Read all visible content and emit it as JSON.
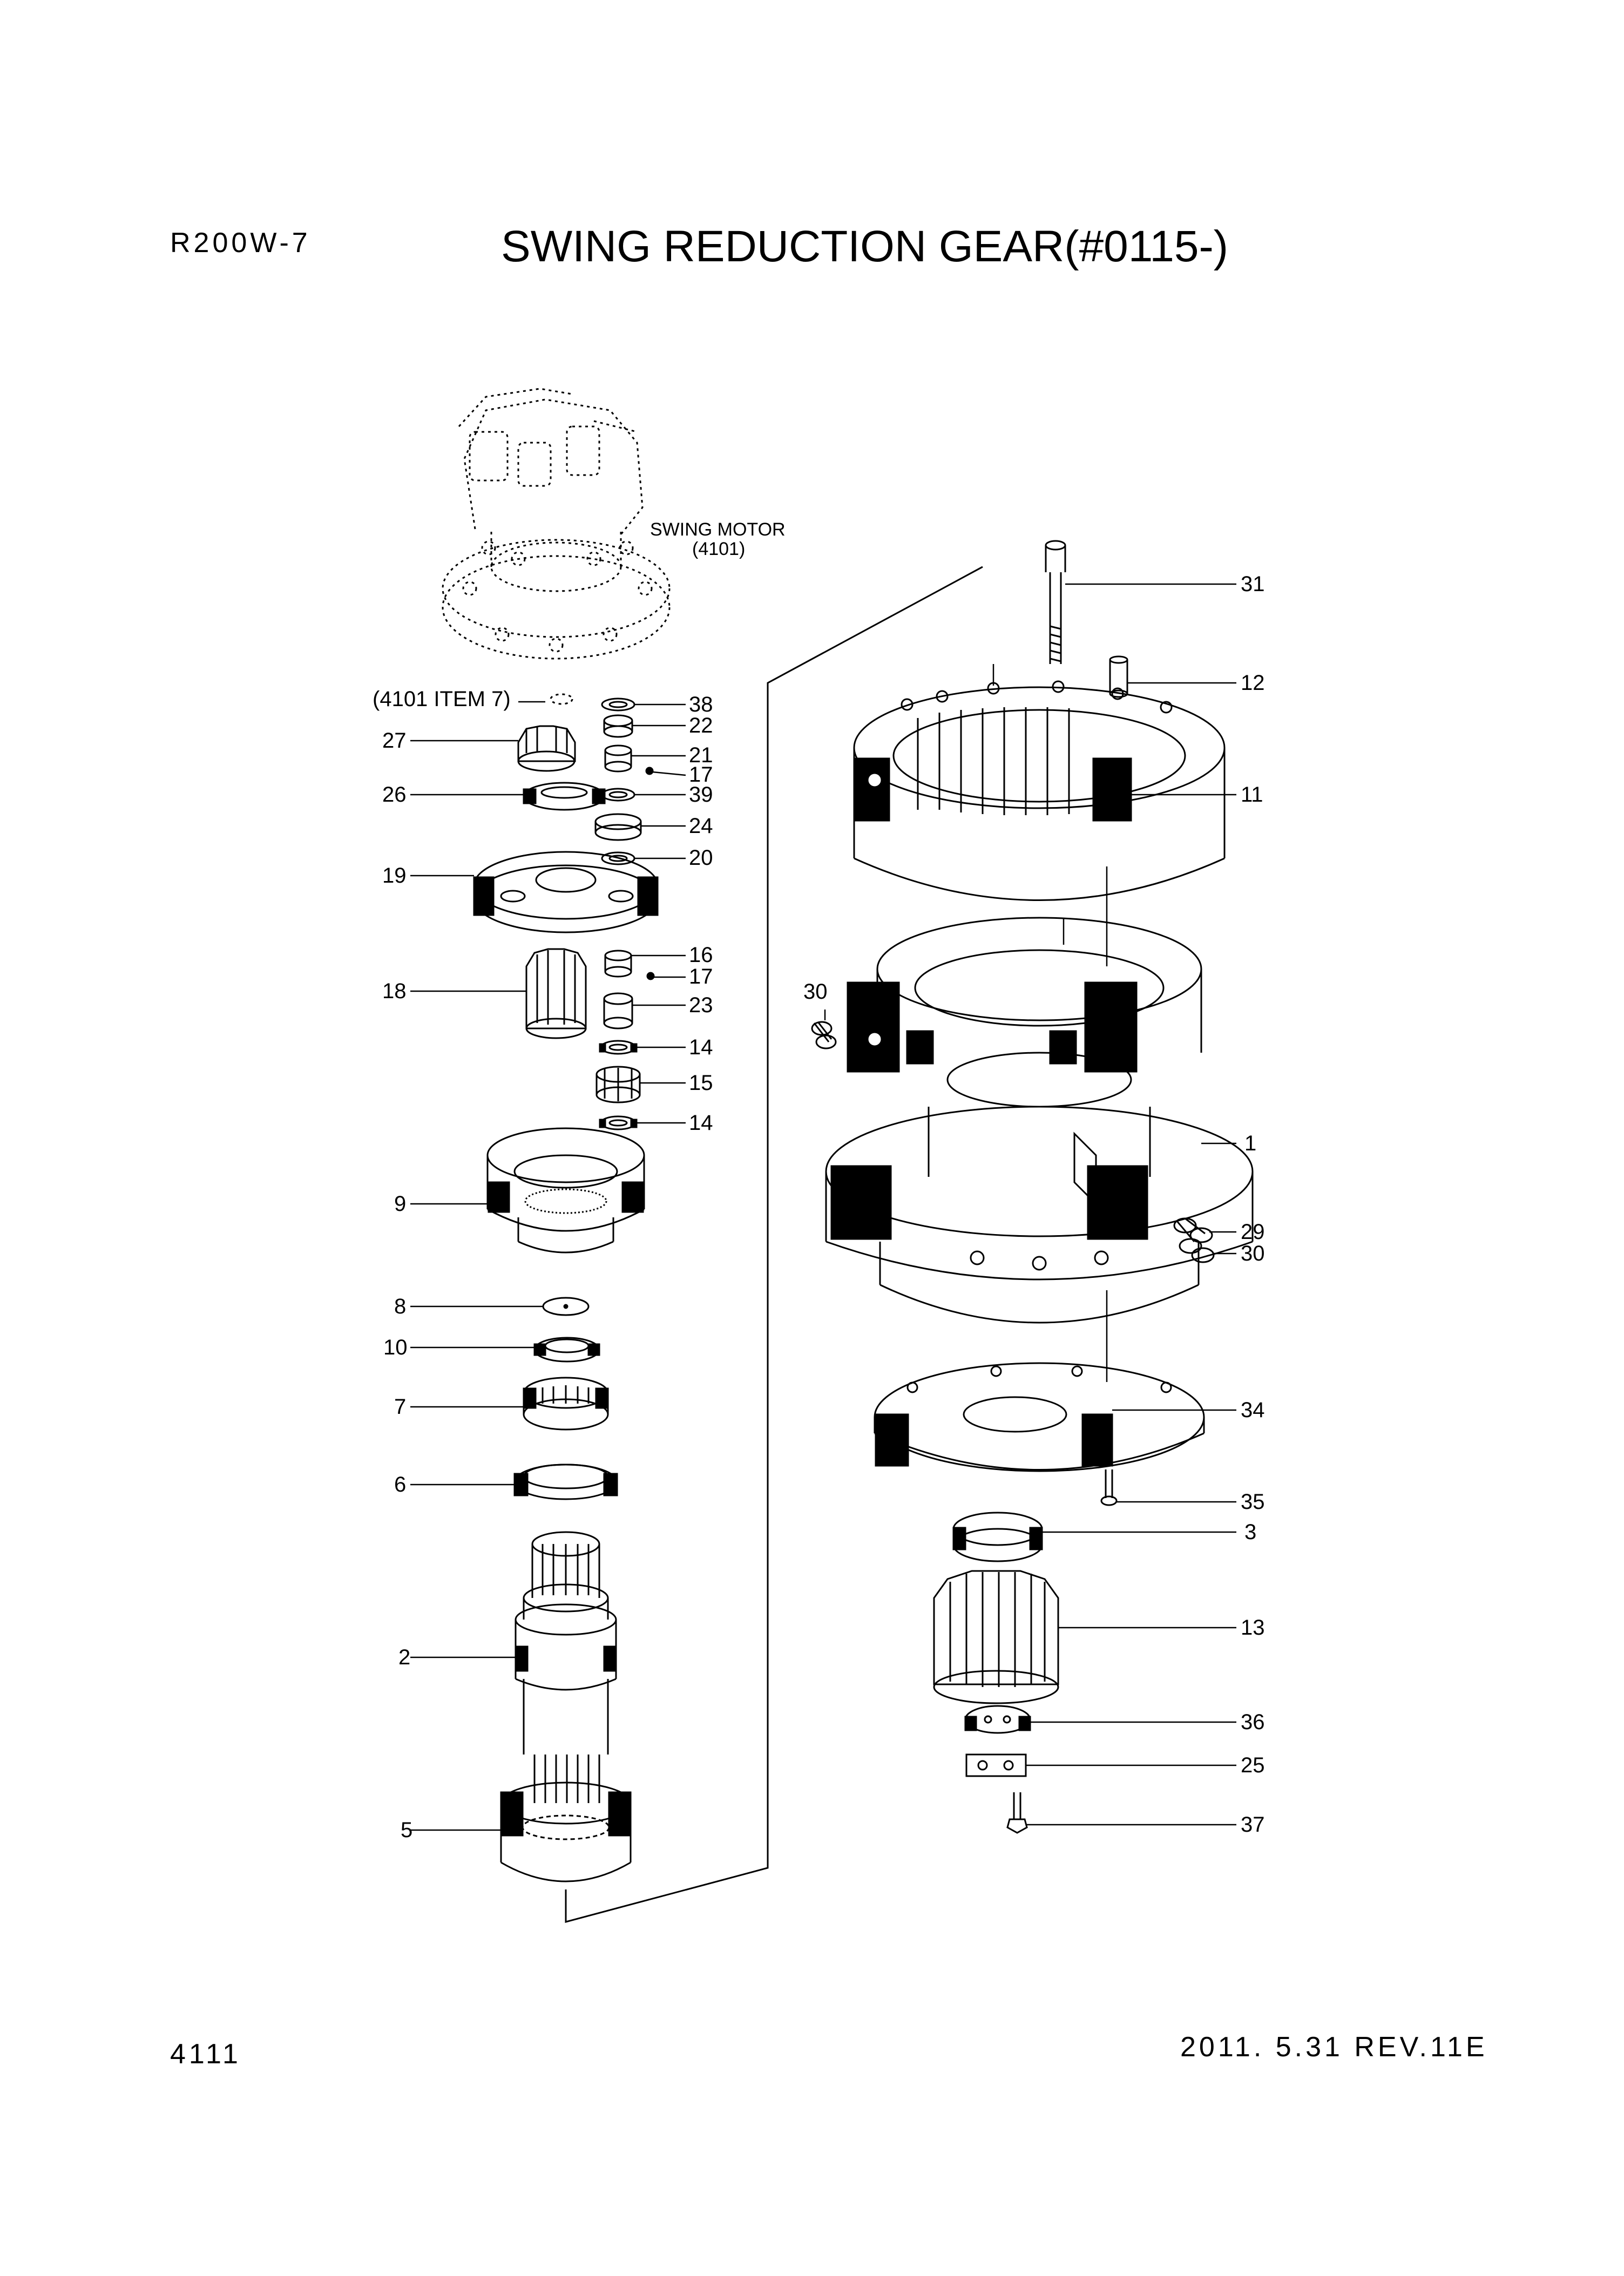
{
  "header": {
    "model": "R200W-7",
    "title": "SWING REDUCTION GEAR(#0115-)"
  },
  "footer": {
    "page_number": "4111",
    "date_revision": "2011. 5.31  REV.11E"
  },
  "annotations": {
    "swing_motor": "SWING MOTOR",
    "swing_motor_ref": "(4101)",
    "ref_item": "(4101 ITEM 7)"
  },
  "callouts": {
    "c38": "38",
    "c22": "22",
    "c21": "21",
    "c17a": "17",
    "c39": "39",
    "c24": "24",
    "c20": "20",
    "c27": "27",
    "c26": "26",
    "c19": "19",
    "c16": "16",
    "c17b": "17",
    "c23": "23",
    "c18": "18",
    "c14a": "14",
    "c15": "15",
    "c14b": "14",
    "c9": "9",
    "c8": "8",
    "c10": "10",
    "c7": "7",
    "c6": "6",
    "c2": "2",
    "c5": "5",
    "c31": "31",
    "c12": "12",
    "c11": "11",
    "c30a": "30",
    "c1": "1",
    "c29": "29",
    "c30b": "30",
    "c34": "34",
    "c35": "35",
    "c3": "3",
    "c13": "13",
    "c36": "36",
    "c25": "25",
    "c37": "37"
  }
}
